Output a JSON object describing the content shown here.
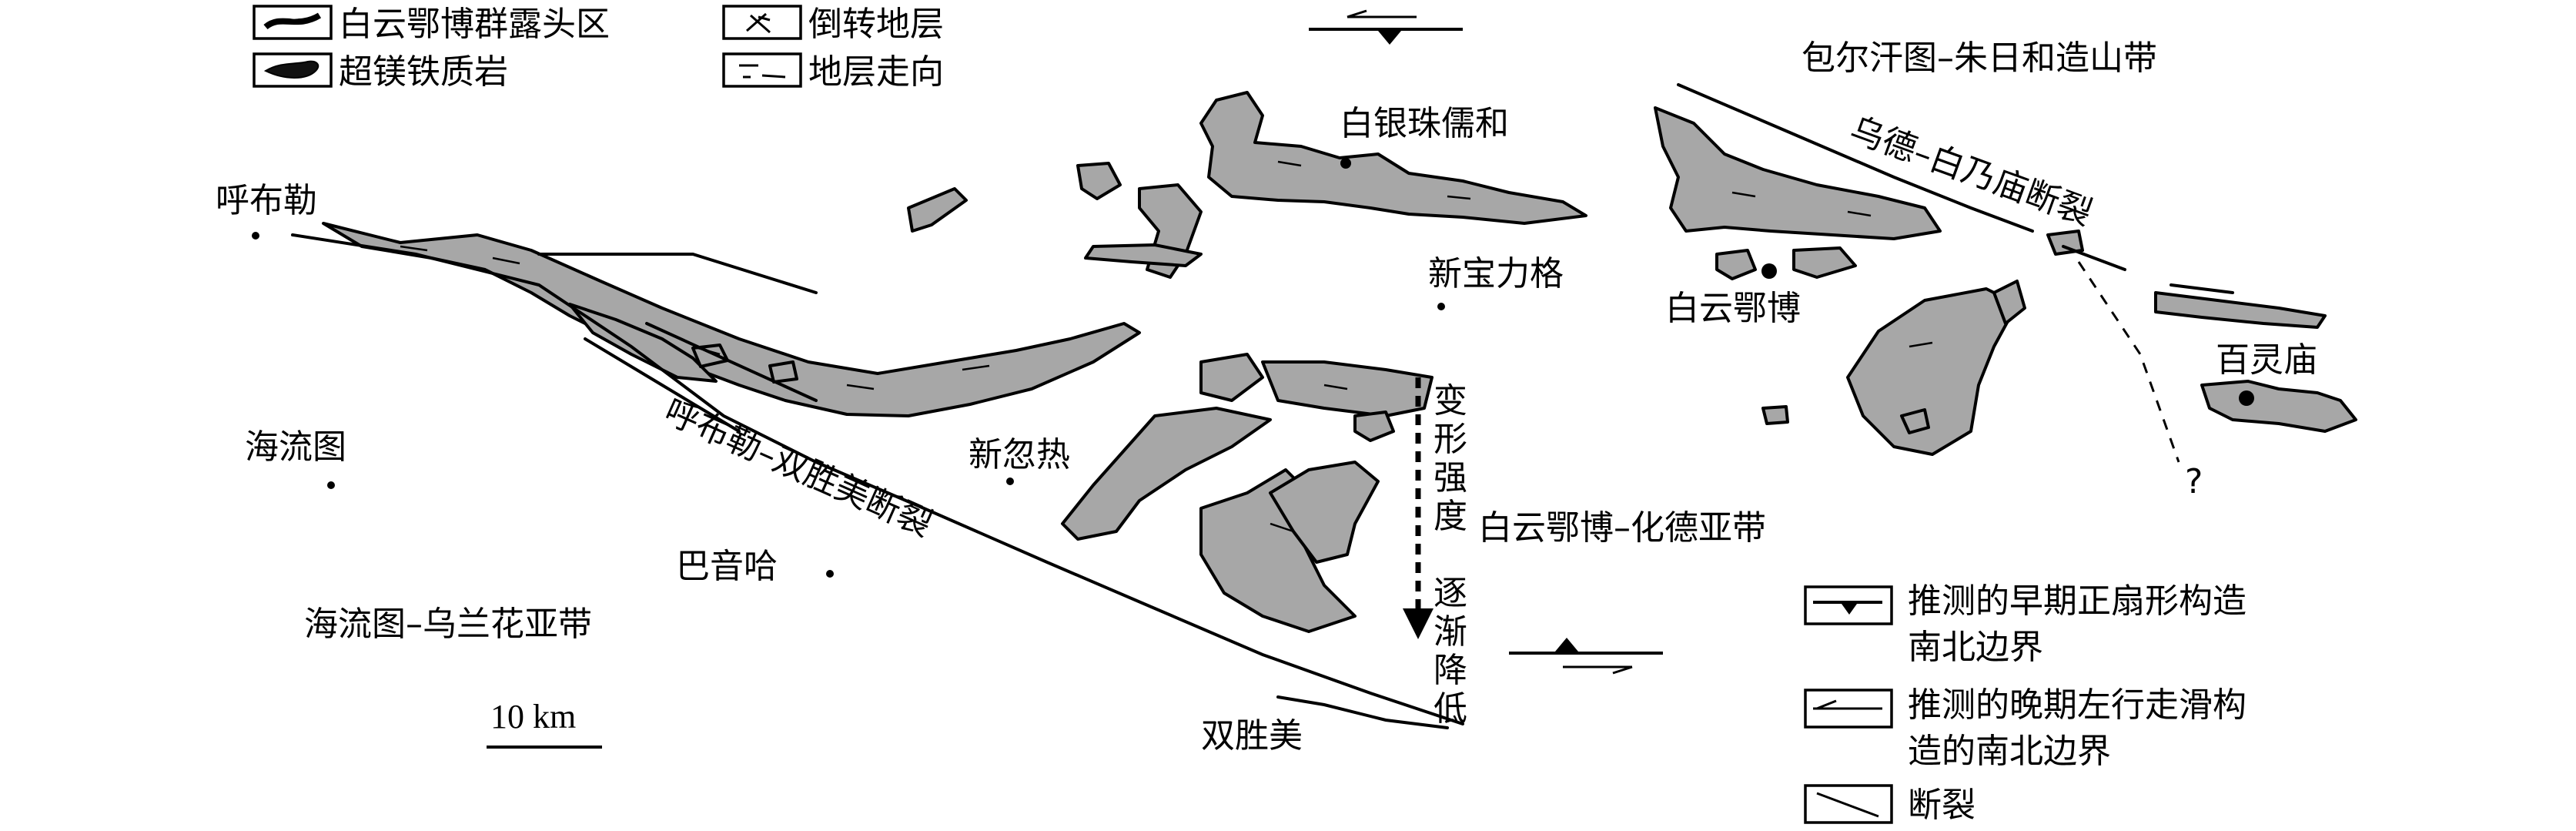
{
  "legend_top": {
    "items": [
      {
        "key": "outcrop",
        "label": "白云鄂博群露头区"
      },
      {
        "key": "ultramafic",
        "label": "超镁铁质岩"
      },
      {
        "key": "overturned",
        "label": "倒转地层"
      },
      {
        "key": "strike",
        "label": "地层走向"
      }
    ]
  },
  "legend_bottom": {
    "items": [
      {
        "key": "early-boundary",
        "lines": [
          "推测的早期正扇形构造",
          "南北边界"
        ]
      },
      {
        "key": "late-boundary",
        "lines": [
          "推测的晚期左行走滑构",
          "造的南北边界"
        ]
      },
      {
        "key": "fault",
        "lines": [
          "断裂"
        ]
      }
    ]
  },
  "places": {
    "hubule": "呼布勒",
    "bayinha": "巴音哈",
    "haliutu": "海流图",
    "xinhure": "新忽热",
    "baiyinzhuruhe": "白银珠儒和",
    "xinbaolige": "新宝力格",
    "baiyunebo": "白云鄂博",
    "bailingmiao": "百灵庙",
    "shuangshengmei": "双胜美"
  },
  "regions": {
    "haliutu_wulanhua": "海流图–乌兰花亚带",
    "baiyunebo_huade": "白云鄂博–化德亚带",
    "baoerhantu_zhurihe": "包尔汗图–朱日和造山带"
  },
  "faults": {
    "hubule_shuangshengmei": "呼布勒–双胜美断裂",
    "wude_bainaimiao": "乌德–白乃庙断裂"
  },
  "annotations": {
    "deformation_chars": [
      "变",
      "形",
      "强",
      "度",
      "逐",
      "渐",
      "降",
      "低"
    ],
    "question_mark": "?"
  },
  "scale_bar": {
    "label": "10 km"
  },
  "colors": {
    "outcrop": "#a7a7a7",
    "line": "#000000",
    "background": "#ffffff"
  }
}
